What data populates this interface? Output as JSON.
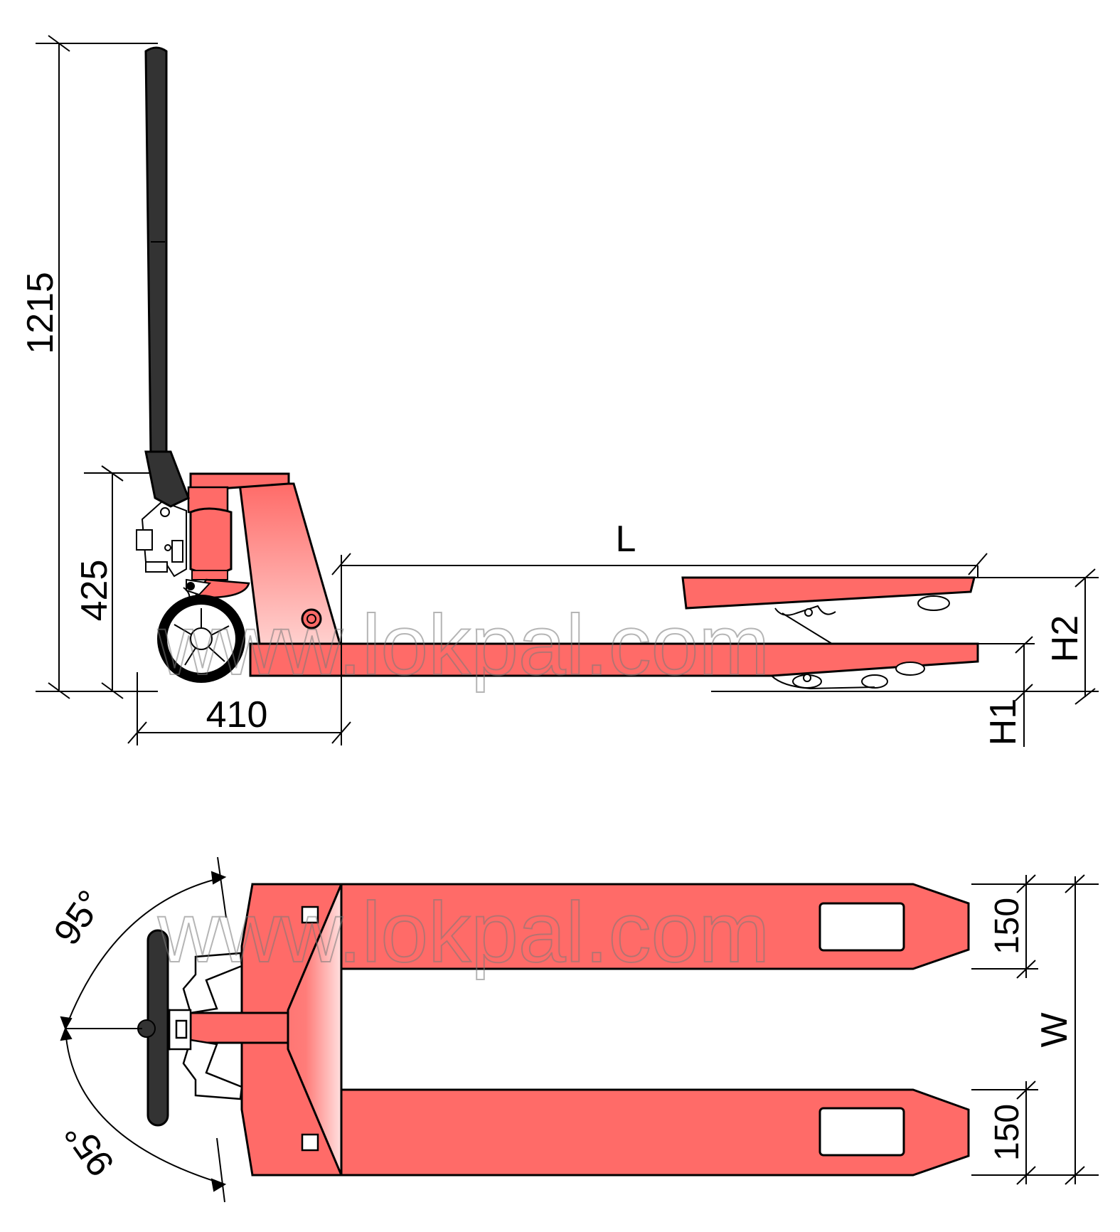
{
  "colors": {
    "frame": "#ff6b68",
    "frame_light": "#ffc8c6",
    "handle": "#333333",
    "outline": "#000000",
    "watermark": "#8a8a8a"
  },
  "side_view": {
    "dim_handle_height": "1215",
    "dim_frame_height": "425",
    "dim_frame_length": "410",
    "dim_fork_length": "L",
    "dim_lowered_height": "H1",
    "dim_raised_height": "H2"
  },
  "top_view": {
    "dim_fork_width_upper": "150",
    "dim_fork_width_lower": "150",
    "dim_overall_width": "W",
    "dim_angle_upper": "95°",
    "dim_angle_lower": "95°"
  },
  "watermark": {
    "side": "www.lokpal.com",
    "top": "www.lokpal.com"
  },
  "icons": {
    "handle": "tiller-handle-icon",
    "wheel": "steering-wheel-icon",
    "pump": "hydraulic-pump-icon"
  }
}
